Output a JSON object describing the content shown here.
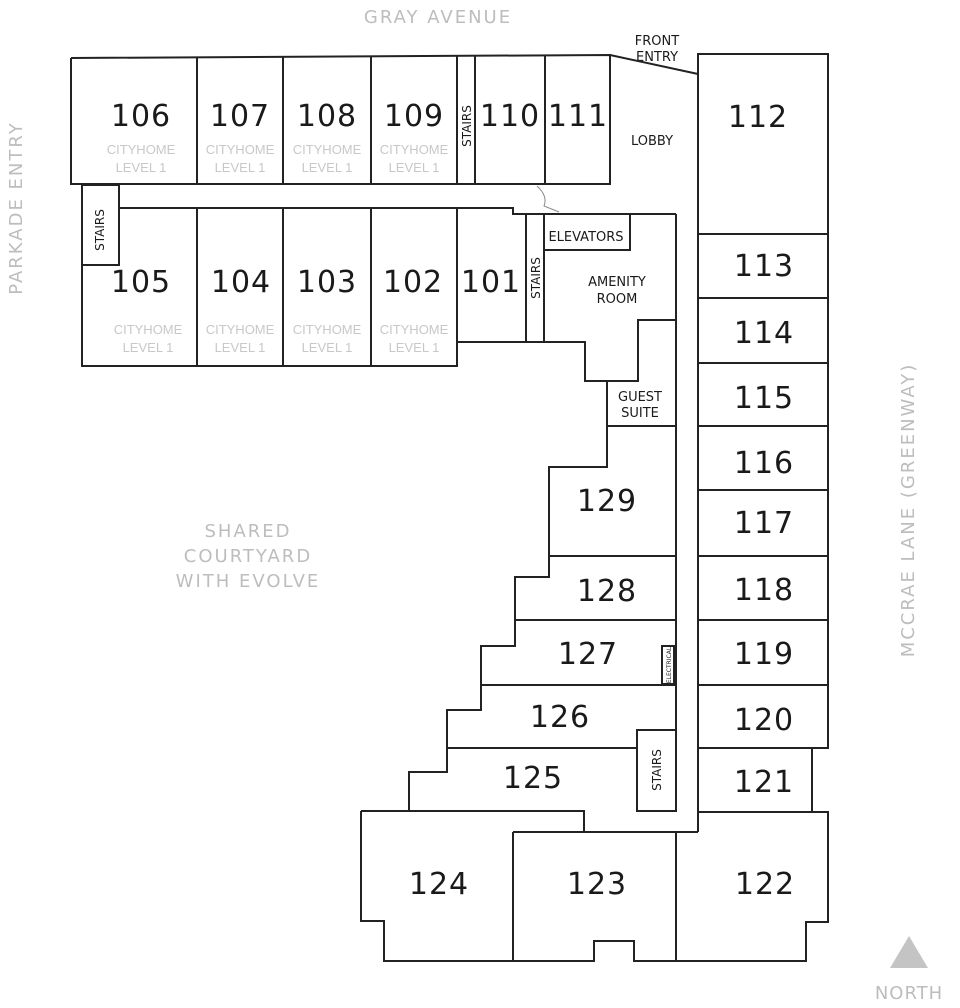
{
  "streets": {
    "top": "GRAY AVENUE",
    "left": "PARKADE ENTRY",
    "right": "MCCRAE LANE (GREENWAY)"
  },
  "courtyard": [
    "SHARED",
    "COURTYARD",
    "WITH EVOLVE"
  ],
  "front_entry": [
    "FRONT",
    "ENTRY"
  ],
  "north": "NORTH",
  "colors": {
    "walls": "#222222",
    "street_text": "#bdbdbd",
    "cityhome_text": "#c8c8c8",
    "north_arrow": "#c4c4c4"
  },
  "units": {
    "u101": "101",
    "u102": "102",
    "u103": "103",
    "u104": "104",
    "u105": "105",
    "u106": "106",
    "u107": "107",
    "u108": "108",
    "u109": "109",
    "u110": "110",
    "u111": "111",
    "u112": "112",
    "u113": "113",
    "u114": "114",
    "u115": "115",
    "u116": "116",
    "u117": "117",
    "u118": "118",
    "u119": "119",
    "u120": "120",
    "u121": "121",
    "u122": "122",
    "u123": "123",
    "u124": "124",
    "u125": "125",
    "u126": "126",
    "u127": "127",
    "u128": "128",
    "u129": "129"
  },
  "cityhome": {
    "line1": "CITYHOME",
    "line2": "LEVEL 1"
  },
  "spaces": {
    "lobby": "LOBBY",
    "elevators": "ELEVATORS",
    "amenity": [
      "AMENITY",
      "ROOM"
    ],
    "guest": [
      "GUEST",
      "SUITE"
    ],
    "stairs": "STAIRS",
    "electrical": "ELECTRICAL"
  }
}
